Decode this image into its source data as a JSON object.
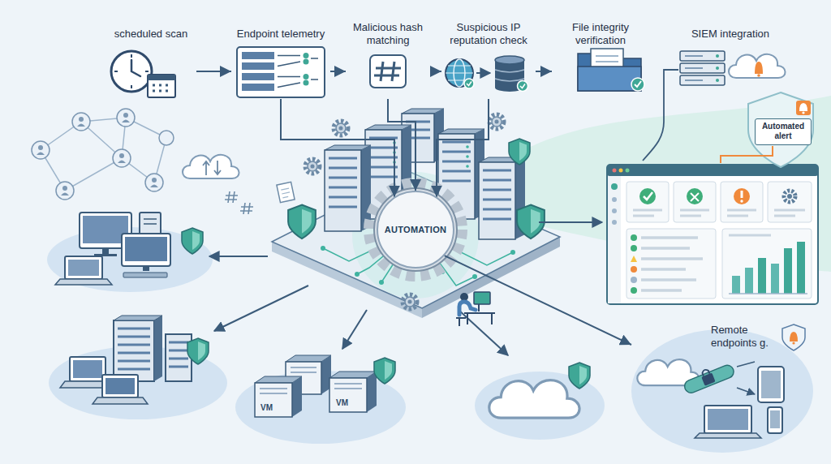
{
  "diagram": {
    "nodes": [
      {
        "text": [
          "scheduled scan"
        ]
      },
      {
        "text": [
          "Endpoint telemetry"
        ]
      },
      {
        "text": [
          "Malicious hash matching"
        ]
      },
      {
        "text": [
          "Suspicious IP reputation check"
        ]
      },
      {
        "text": [
          "File integrity verification"
        ]
      },
      {
        "text": [
          "SIEM integration"
        ]
      },
      {
        "text": [
          "AUTOMATION"
        ]
      },
      {
        "text": [
          "Automated alert"
        ]
      },
      {
        "text": [
          "Remote endpoints g."
        ]
      }
    ],
    "edges": [
      {
        "from": 0,
        "to": 1,
        "arrow": "to"
      },
      {
        "from": 1,
        "to": 2,
        "arrow": "to"
      },
      {
        "from": 2,
        "to": 3,
        "arrow": "to"
      },
      {
        "from": 3,
        "to": 4,
        "arrow": "to"
      },
      {
        "from": 1,
        "to": 6,
        "arrow": "to"
      },
      {
        "from": 2,
        "to": 6,
        "arrow": "to"
      },
      {
        "from": 3,
        "to": 6,
        "arrow": "to"
      },
      {
        "from": 6,
        "to": 8,
        "arrow": "to"
      }
    ],
    "labels": [
      "VM",
      "VM"
    ]
  }
}
